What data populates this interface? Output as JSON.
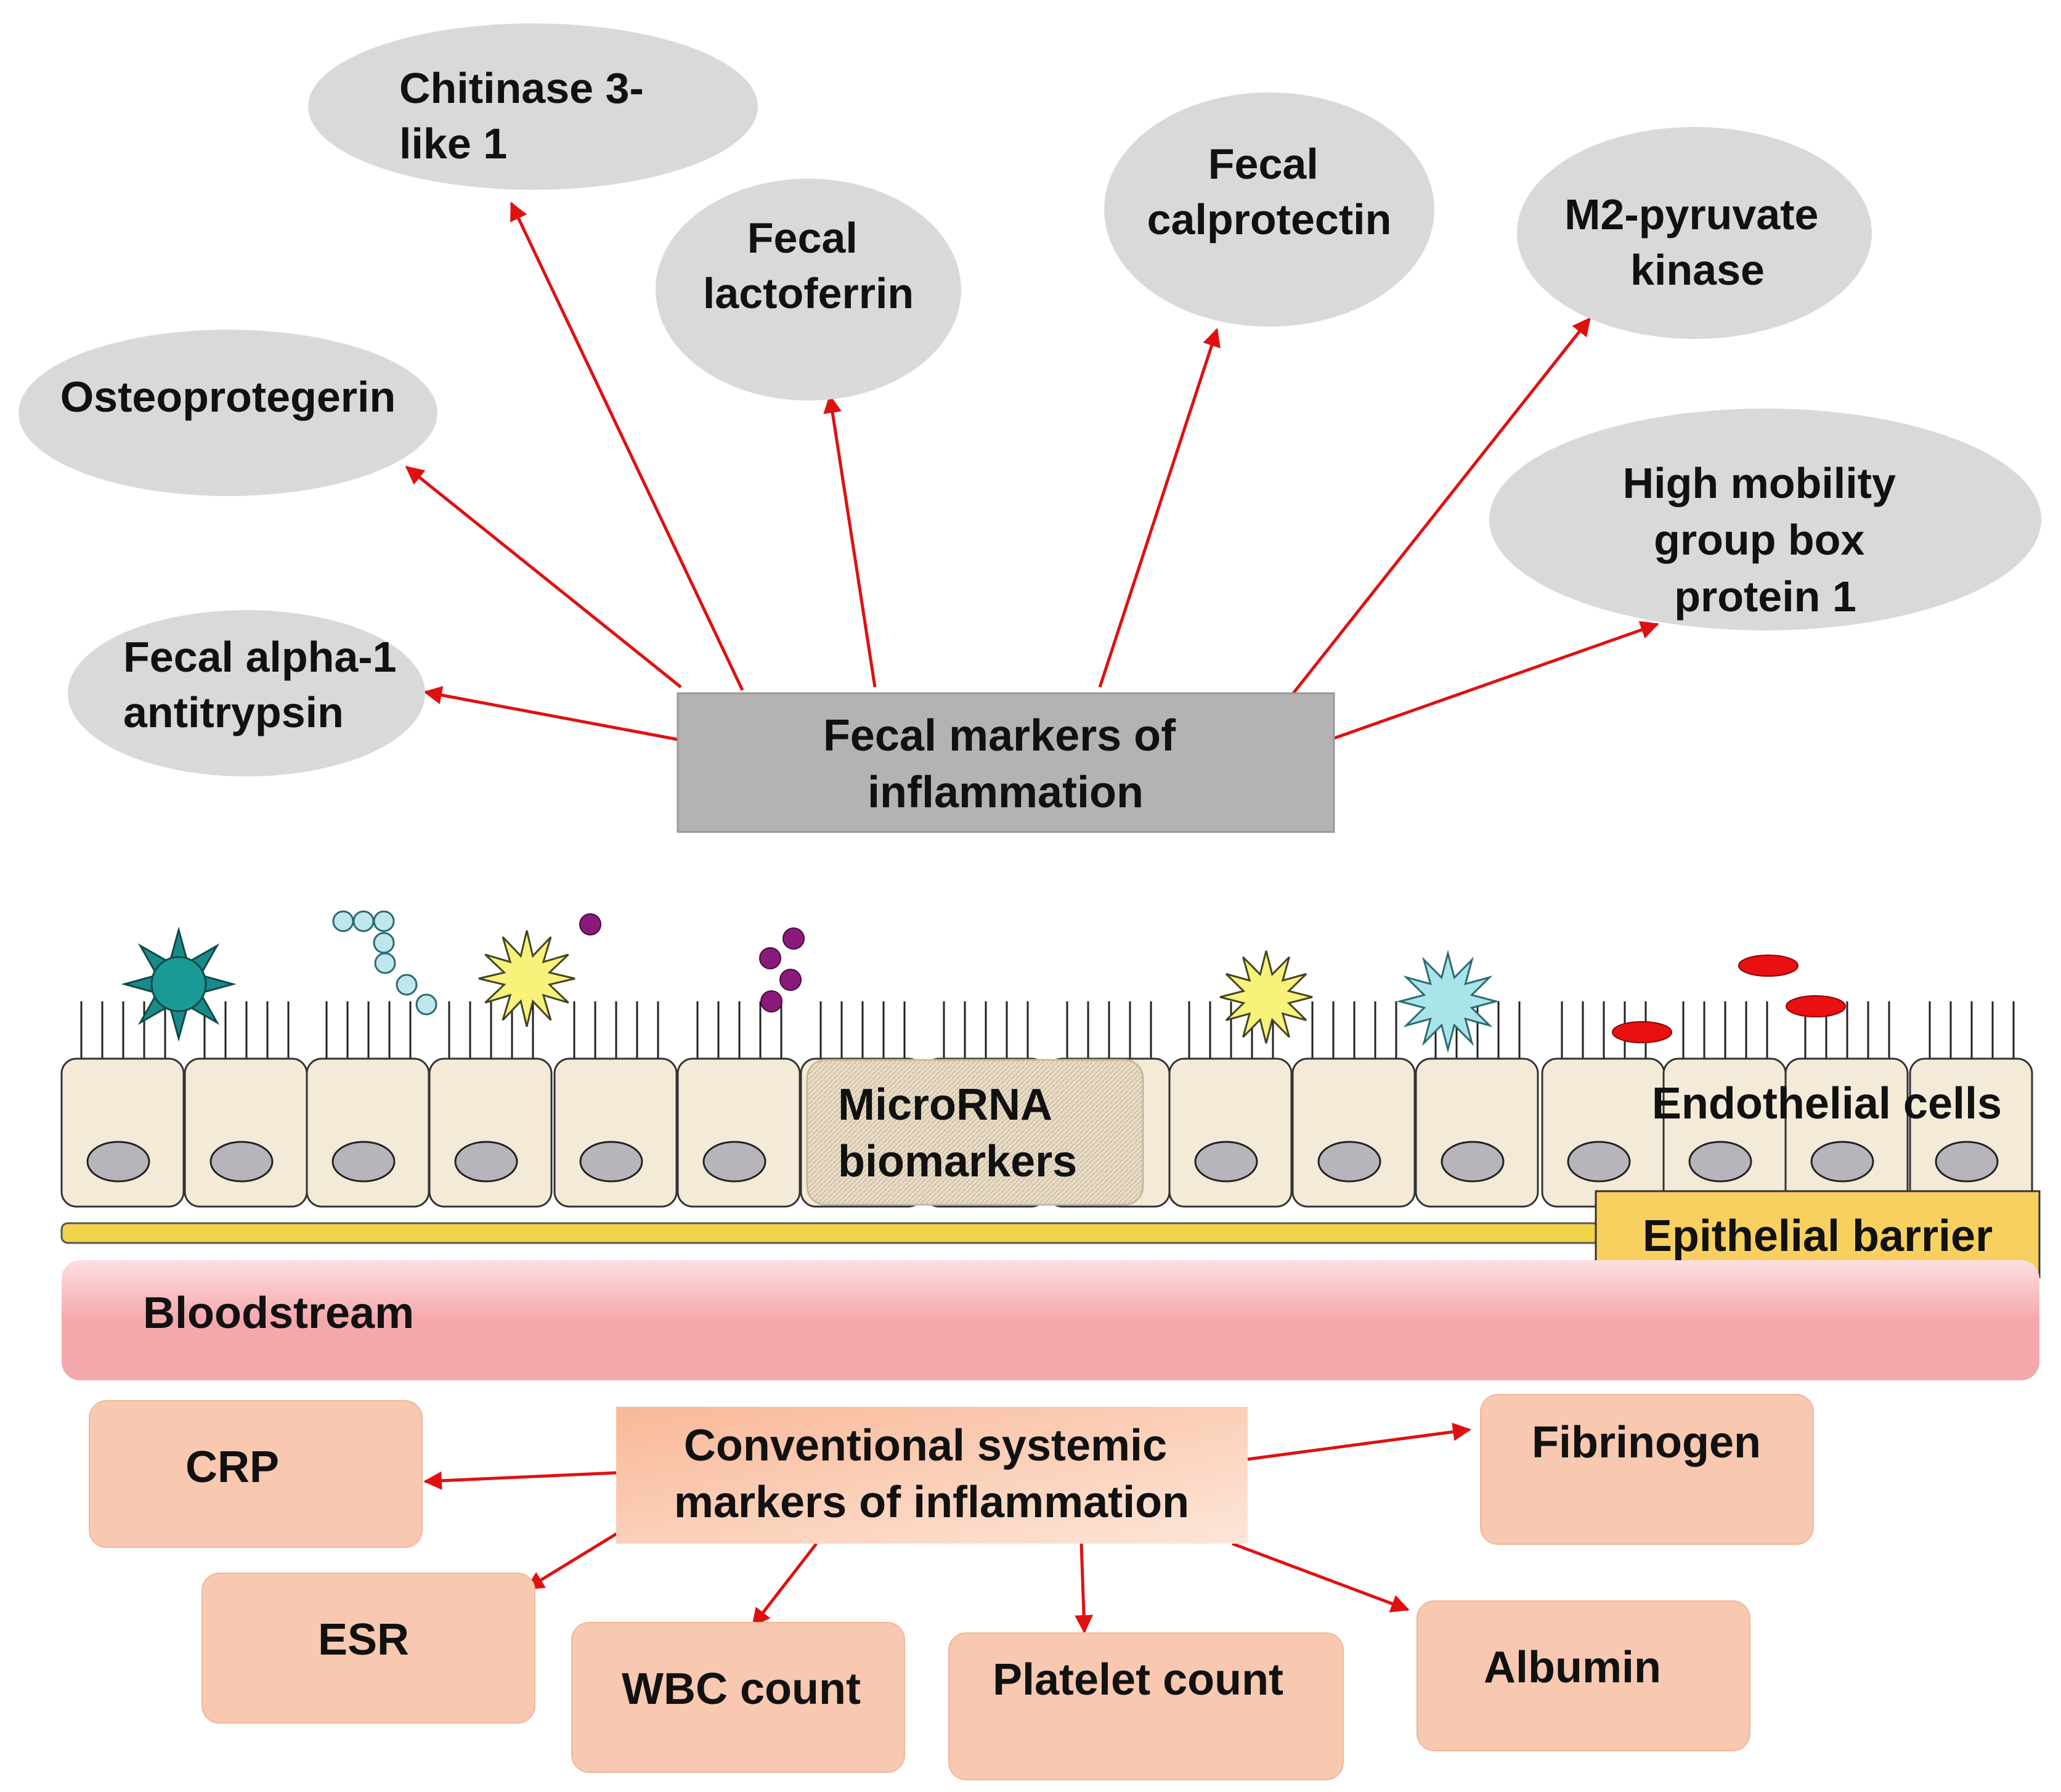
{
  "center": {
    "line1": "Fecal markers of",
    "line2": "inflammation"
  },
  "fecal_markers": [
    {
      "line1": "Fecal alpha-1",
      "line2": "antitrypsin"
    },
    {
      "line1": "Osteoprotegerin"
    },
    {
      "line1": "Chitinase 3-",
      "line2": "like 1"
    },
    {
      "line1": "Fecal",
      "line2": "lactoferrin"
    },
    {
      "line1": "Fecal",
      "line2": "calprotectin"
    },
    {
      "line1": "M2-pyruvate",
      "line2": "kinase"
    },
    {
      "line1": "High mobility",
      "line2": "group box",
      "line3": "protein 1"
    }
  ],
  "microrna": {
    "line1": "MicroRNA",
    "line2": "biomarkers"
  },
  "endothelial_label": "Endothelial cells",
  "epithelial_label": "Epithelial barrier",
  "bloodstream_label": "Bloodstream",
  "systemic": {
    "title_line1": "Conventional systemic",
    "title_line2": "markers of inflammation",
    "markers": [
      "CRP",
      "ESR",
      "WBC count",
      "Platelet count",
      "Albumin",
      "Fibrinogen"
    ]
  },
  "colors": {
    "arrow": "#e01010",
    "bubble": "#d9d9d9",
    "center_box": "#b3b3b3",
    "cell_fill": "#f4ead8",
    "nucleus": "#b8b4bc",
    "barrier": "#f2d44a",
    "label_box": "#f8d060",
    "bloodstream": "#f5a8ac",
    "systemic_box": "#f8c8b0"
  }
}
